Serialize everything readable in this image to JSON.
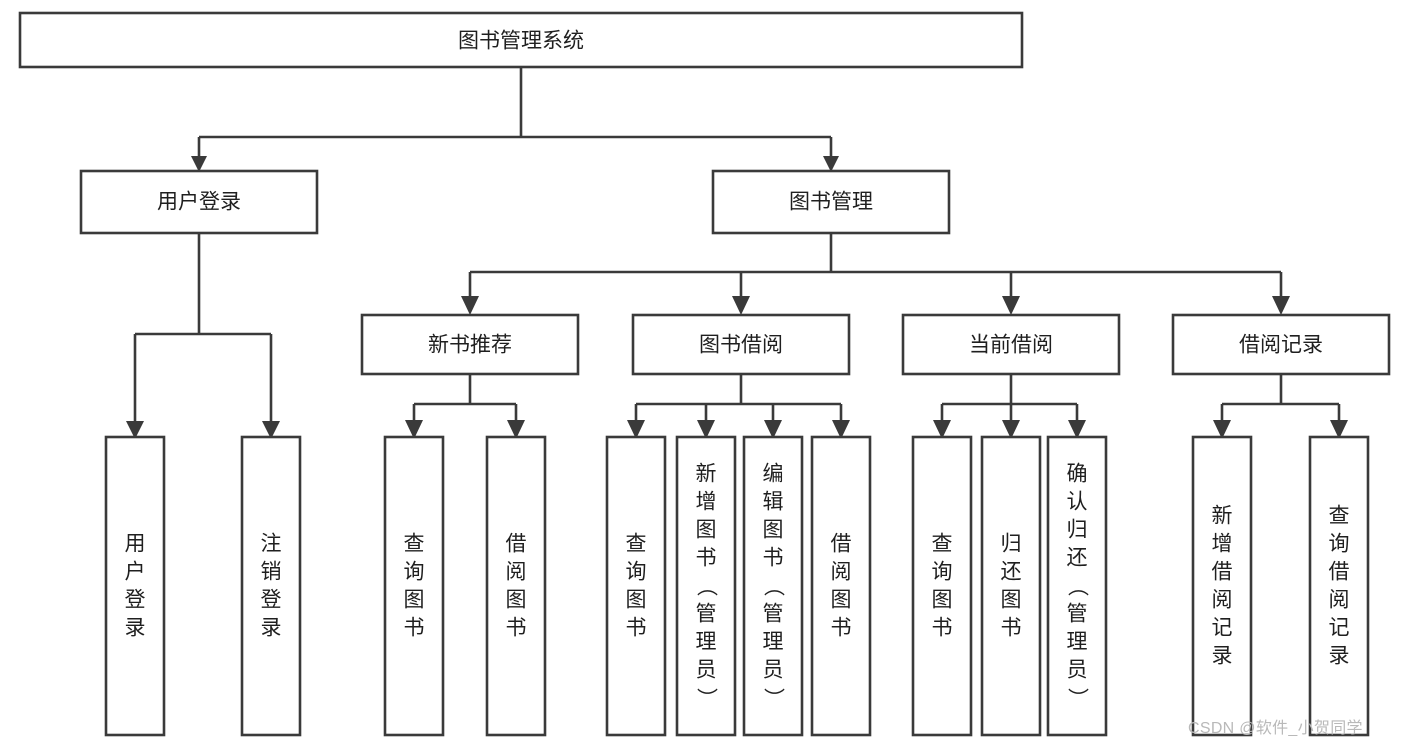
{
  "diagram": {
    "type": "tree-hierarchy",
    "title": "图书管理系统",
    "watermark": "CSDN @软件_小贺同学",
    "colors": {
      "stroke": "#3a3a3a",
      "box_fill": "#ffffff",
      "text": "#1f1f1f",
      "background": "#ffffff",
      "watermark": "#b9b9b9"
    },
    "levels": {
      "root": "图书管理系统",
      "level2": [
        "用户登录",
        "图书管理"
      ],
      "level3": [
        "新书推荐",
        "图书借阅",
        "当前借阅",
        "借阅记录"
      ]
    },
    "nodes": {
      "root": {
        "label": "图书管理系统",
        "orientation": "horizontal"
      },
      "user_login": {
        "label": "用户登录",
        "orientation": "horizontal"
      },
      "book_manage": {
        "label": "图书管理",
        "orientation": "horizontal"
      },
      "new_book_rec": {
        "label": "新书推荐",
        "orientation": "horizontal"
      },
      "book_borrow": {
        "label": "图书借阅",
        "orientation": "horizontal"
      },
      "current_borrow": {
        "label": "当前借阅",
        "orientation": "horizontal"
      },
      "borrow_record": {
        "label": "借阅记录",
        "orientation": "horizontal"
      },
      "leaf_1": {
        "label": "用户登录",
        "orientation": "vertical"
      },
      "leaf_2": {
        "label": "注销登录",
        "orientation": "vertical"
      },
      "leaf_3": {
        "label": "查询图书",
        "orientation": "vertical"
      },
      "leaf_4": {
        "label": "借阅图书",
        "orientation": "vertical"
      },
      "leaf_5": {
        "label": "查询图书",
        "orientation": "vertical"
      },
      "leaf_6": {
        "label": "新增图书（管理员）",
        "orientation": "vertical"
      },
      "leaf_7": {
        "label": "编辑图书（管理员）",
        "orientation": "vertical"
      },
      "leaf_8": {
        "label": "借阅图书",
        "orientation": "vertical"
      },
      "leaf_9": {
        "label": "查询图书",
        "orientation": "vertical"
      },
      "leaf_10": {
        "label": "归还图书",
        "orientation": "vertical"
      },
      "leaf_11": {
        "label": "确认归还（管理员）",
        "orientation": "vertical"
      },
      "leaf_12": {
        "label": "新增借阅记录",
        "orientation": "vertical"
      },
      "leaf_13": {
        "label": "查询借阅记录",
        "orientation": "vertical"
      }
    },
    "edges": [
      {
        "from": "root",
        "to": "user_login"
      },
      {
        "from": "root",
        "to": "book_manage"
      },
      {
        "from": "user_login",
        "to": "leaf_1"
      },
      {
        "from": "user_login",
        "to": "leaf_2"
      },
      {
        "from": "book_manage",
        "to": "new_book_rec"
      },
      {
        "from": "book_manage",
        "to": "book_borrow"
      },
      {
        "from": "book_manage",
        "to": "current_borrow"
      },
      {
        "from": "book_manage",
        "to": "borrow_record"
      },
      {
        "from": "new_book_rec",
        "to": "leaf_3"
      },
      {
        "from": "new_book_rec",
        "to": "leaf_4"
      },
      {
        "from": "book_borrow",
        "to": "leaf_5"
      },
      {
        "from": "book_borrow",
        "to": "leaf_6"
      },
      {
        "from": "book_borrow",
        "to": "leaf_7"
      },
      {
        "from": "book_borrow",
        "to": "leaf_8"
      },
      {
        "from": "current_borrow",
        "to": "leaf_9"
      },
      {
        "from": "current_borrow",
        "to": "leaf_10"
      },
      {
        "from": "current_borrow",
        "to": "leaf_11"
      },
      {
        "from": "borrow_record",
        "to": "leaf_12"
      },
      {
        "from": "borrow_record",
        "to": "leaf_13"
      }
    ]
  }
}
